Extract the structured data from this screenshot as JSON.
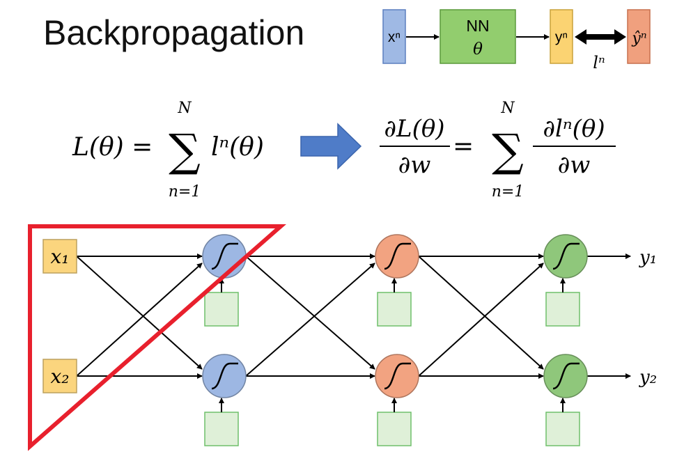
{
  "title": "Backpropagation",
  "pipeline": {
    "input": "xⁿ",
    "model_line1": "NN",
    "model_line2": "θ",
    "output": "yⁿ",
    "loss_label": "lⁿ",
    "target": "ŷⁿ"
  },
  "equations": {
    "loss_lhs": "L(θ) =",
    "sum_upper": "N",
    "sum_lower": "n=1",
    "loss_term": "lⁿ(θ)",
    "grad_num": "∂L(θ)",
    "grad_den": "∂w",
    "grad_eq": "=",
    "grad_term_num": "∂lⁿ(θ)",
    "grad_term_den": "∂w"
  },
  "network": {
    "inputs": [
      "x₁",
      "x₂"
    ],
    "outputs": [
      "y₁",
      "y₂"
    ],
    "layer_colors": [
      "#9db7e3",
      "#f2a381",
      "#8fc77b"
    ],
    "input_color": "#fbd57e",
    "bias_color": "#dff0d8",
    "highlight_color": "#e8202d"
  }
}
